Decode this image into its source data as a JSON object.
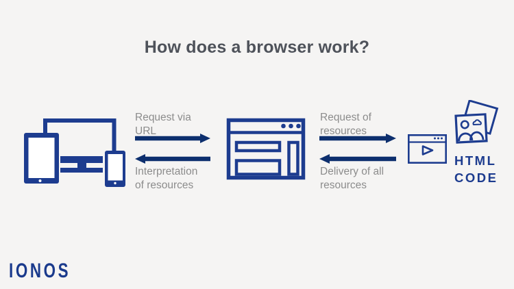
{
  "title": "How does a browser work?",
  "flow": {
    "left": {
      "forward_label": "Request via\nURL",
      "back_label": "Interpretation\nof resources"
    },
    "right": {
      "forward_label": "Request of\nresources",
      "back_label": "Delivery of all\nresources"
    }
  },
  "resources_text": "HTML\nCODE",
  "logo_text": "IONOS",
  "icons": {
    "devices": "devices-icon",
    "browser_window": "browser-window-icon",
    "video_player": "video-player-icon",
    "photos": "photos-icon"
  },
  "colors": {
    "background": "#f5f4f3",
    "icon_blue": "#1d3c8f",
    "arrow_blue": "#0d2f6e",
    "label_gray": "#8c8c8c",
    "title_gray": "#4e525a",
    "logo_blue": "#1a3a8c"
  }
}
